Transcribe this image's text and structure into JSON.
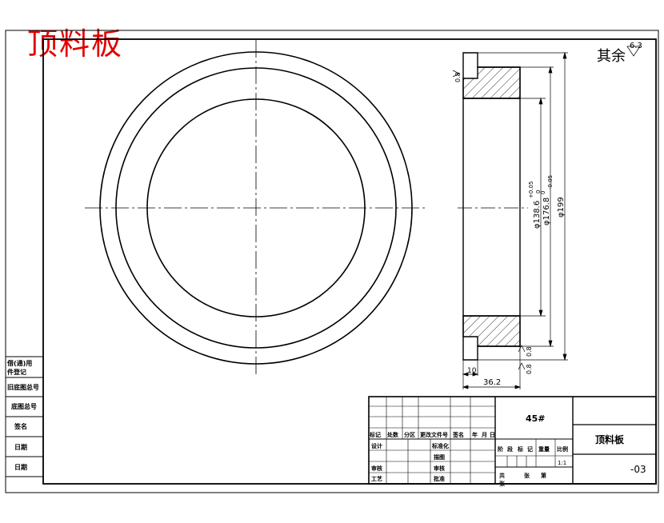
{
  "title_red": "顶料板",
  "roughness_note": {
    "text": "其余",
    "value": "6.3"
  },
  "dims": {
    "d139": "φ138.6",
    "d139_tol": "+0.05",
    "d139_tol_low": "0",
    "d177": "φ176.8",
    "d177_tol": "-0.05",
    "d177_tol_top": "0",
    "d199": "φ199",
    "w10": "10",
    "w36": "36.2",
    "r08a": "0.8",
    "r08b": "0.8",
    "r08c": "0.8"
  },
  "side_table": [
    "借(通)用",
    "件登记",
    "旧底图总号",
    "底图总号",
    "签名",
    "日期",
    "日期"
  ],
  "title_block": {
    "material": "45#",
    "part_name": "顶料板",
    "drawing_no": "-03",
    "scale": "1:1",
    "row_headers": [
      "标记",
      "处数",
      "分区",
      "更改文件号",
      "签名",
      "年",
      "月",
      "日"
    ],
    "design": "设计",
    "standardize": "标准化",
    "review_label": "审核",
    "process": "工艺",
    "check": "审核",
    "approve": "批准",
    "drawn": "描图",
    "stage_labels": [
      "阶",
      "段",
      "标",
      "记",
      "重量",
      "比例"
    ],
    "sheets": [
      "共",
      "张",
      "第",
      "张"
    ]
  }
}
